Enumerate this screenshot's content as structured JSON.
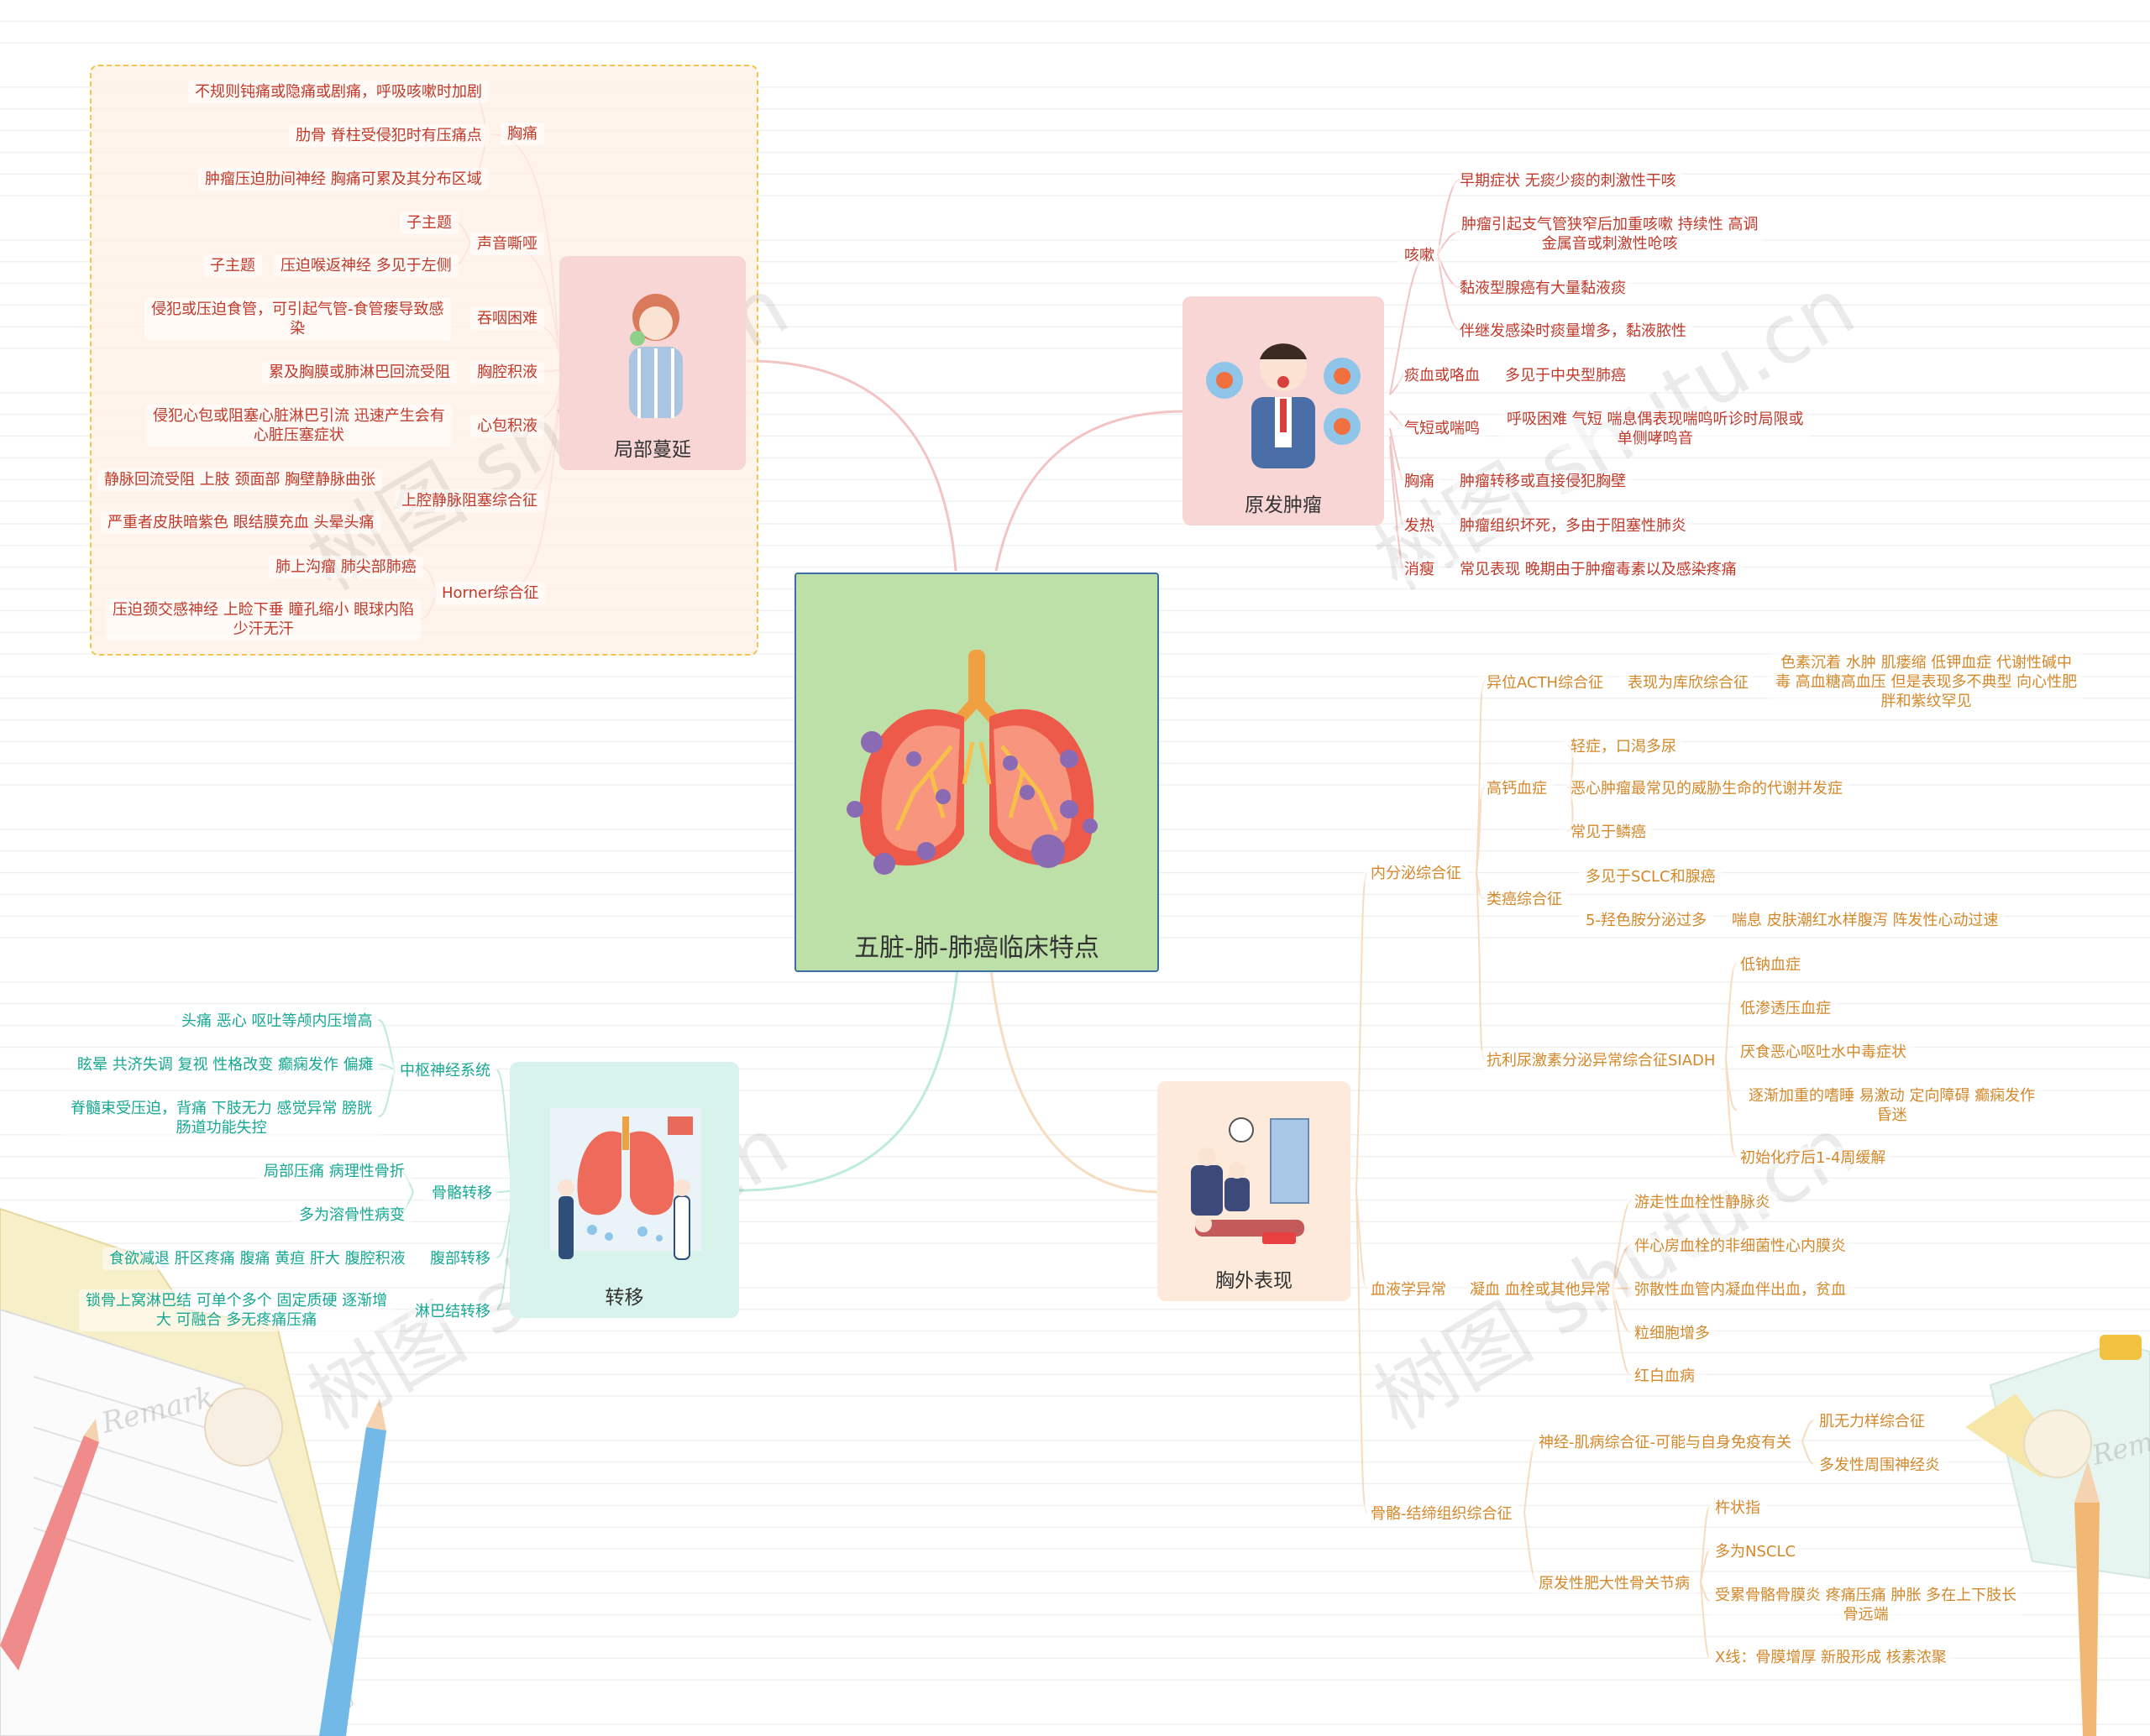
{
  "root": {
    "title": "五脏-肺-肺癌临床特点"
  },
  "main_nodes": {
    "local": "局部蔓延",
    "primary": "原发肿瘤",
    "metastasis": "转移",
    "extrathoracic": "胸外表现"
  },
  "local_branches": {
    "chest_pain": "胸痛",
    "hoarse": "声音嘶哑",
    "dysphagia": "吞咽困难",
    "pleural": "胸腔积液",
    "pericardial": "心包积液",
    "svc": "上腔静脉阻塞综合征",
    "horner": "Horner综合征"
  },
  "local_leaves": {
    "cp1": "不规则钝痛或隐痛或剧痛，呼吸咳嗽时加剧",
    "cp2": "肋骨 脊柱受侵犯时有压痛点",
    "cp3": "肿瘤压迫肋间神经 胸痛可累及其分布区域",
    "h1": "子主题",
    "h2": "压迫喉返神经 多见于左侧",
    "h2a": "子主题",
    "d1": "侵犯或压迫食管，可引起气管-食管瘘导致感\n染",
    "pl1": "累及胸膜或肺淋巴回流受阻",
    "pc1": "侵犯心包或阻塞心脏淋巴引流 迅速产生会有\n心脏压塞症状",
    "s1": "静脉回流受阻 上肢 颈面部 胸壁静脉曲张",
    "s2": "严重者皮肤暗紫色 眼结膜充血 头晕头痛",
    "hn1": "肺上沟瘤 肺尖部肺癌",
    "hn2": "压迫颈交感神经 上睑下垂 瞳孔缩小 眼球内陷\n少汗无汗"
  },
  "primary_branches": {
    "cough": "咳嗽",
    "hemoptysis": "痰血或咯血",
    "dyspnea": "气短或喘鸣",
    "chest_pain": "胸痛",
    "fever": "发热",
    "wasting": "消瘦"
  },
  "primary_leaves": {
    "c1": "早期症状 无痰少痰的刺激性干咳",
    "c2": "肿瘤引起支气管狭窄后加重咳嗽 持续性 高调\n金属音或刺激性呛咳",
    "c3": "黏液型腺癌有大量黏液痰",
    "c4": "伴继发感染时痰量增多，黏液脓性",
    "hm": "多见于中央型肺癌",
    "dy": "呼吸困难 气短 喘息偶表现喘鸣听诊时局限或\n单侧哮鸣音",
    "cp": "肿瘤转移或直接侵犯胸壁",
    "fe": "肿瘤组织坏死，多由于阻塞性肺炎",
    "wa": "常见表现 晚期由于肿瘤毒素以及感染疼痛"
  },
  "metastasis_branches": {
    "cns": "中枢神经系统",
    "bone": "骨骼转移",
    "abdomen": "腹部转移",
    "lymph": "淋巴结转移"
  },
  "metastasis_leaves": {
    "n1": "头痛 恶心 呕吐等颅内压增高",
    "n2": "眩晕 共济失调 复视 性格改变 癫痫发作 偏瘫",
    "n3": "脊髓束受压迫，背痛 下肢无力 感觉异常 膀胱\n肠道功能失控",
    "b1": "局部压痛 病理性骨折",
    "b2": "多为溶骨性病变",
    "a1": "食欲减退 肝区疼痛 腹痛 黄疸 肝大 腹腔积液",
    "l1": "锁骨上窝淋巴结 可单个多个 固定质硬 逐渐增\n大 可融合 多无疼痛压痛"
  },
  "extrathoracic": {
    "endocrine": "内分泌综合征",
    "acth": "异位ACTH综合征",
    "cushing": "表现为库欣综合征",
    "cushing_detail": "色素沉着 水肿 肌瘘缩 低钾血症 代谢性碱中\n毒 高血糖高血压 但是表现多不典型 向心性肥\n胖和紫纹罕见",
    "hypercalcemia": "高钙血症",
    "hc1": "轻症，口渴多尿",
    "hc2": "恶心肿瘤最常见的威胁生命的代谢并发症",
    "hc3": "常见于鳞癌",
    "carcinoid": "类癌综合征",
    "ca1": "多见于SCLC和腺癌",
    "ca2": "5-羟色胺分泌过多",
    "ca2a": "喘息 皮肤潮红水样腹泻 阵发性心动过速",
    "siadh": "抗利尿激素分泌异常综合征SIADH",
    "si1": "低钠血症",
    "si2": "低渗透压血症",
    "si3": "厌食恶心呕吐水中毒症状",
    "si4": "逐渐加重的嗜睡 易激动 定向障碍 癫痫发作\n昏迷",
    "si5": "初始化疗后1-4周缓解",
    "blood": "血液学异常",
    "coag": "凝血 血栓或其他异常",
    "bl1": "游走性血栓性静脉炎",
    "bl2": "伴心房血栓的非细菌性心内膜炎",
    "bl3": "弥散性血管内凝血伴出血，贫血",
    "bl4": "粒细胞增多",
    "bl5": "红白血病",
    "skeletal": "骨骼-结缔组织综合征",
    "neuro": "神经-肌病综合征-可能与自身免疫有关",
    "ne1": "肌无力样综合征",
    "ne2": "多发性周围神经炎",
    "hoa": "原发性肥大性骨关节病",
    "ho1": "杵状指",
    "ho2": "多为NSCLC",
    "ho3": "受累骨骼骨膜炎 疼痛压痛 肿胀 多在上下肢长\n骨远端",
    "ho4": "X线：骨膜增厚 新股形成 核素浓聚"
  },
  "decor": {
    "watermark": "树图 shutu.cn",
    "note_text": "Remark"
  },
  "colors": {
    "local": "#c0392b",
    "metastasis": "#15a893",
    "extrathoracic": "#d4882a",
    "root_bg": "#bde0a8",
    "root_border": "#3a6ea5"
  }
}
